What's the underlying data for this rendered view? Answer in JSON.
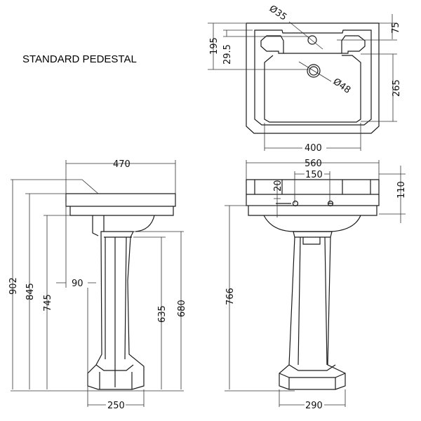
{
  "title": "STANDARD PEDESTAL",
  "top_view": {
    "tap_hole": "Ø35",
    "waste_hole": "Ø48",
    "depth_overall": "195",
    "tap_offset": "29.5",
    "rim_to_tap": "75",
    "bowl_depth": "265",
    "bowl_width": "400"
  },
  "side_view": {
    "projection": "470",
    "height_top": "902",
    "height_rim": "845",
    "height_under": "745",
    "pedestal_offset": "90",
    "pedestal_height_inner": "635",
    "pedestal_height": "680",
    "base_depth": "250"
  },
  "front_view": {
    "width": "560",
    "tap_centres": "150",
    "overflow": "20",
    "rim_depth": "110",
    "height_rim": "766",
    "base_width": "290"
  }
}
